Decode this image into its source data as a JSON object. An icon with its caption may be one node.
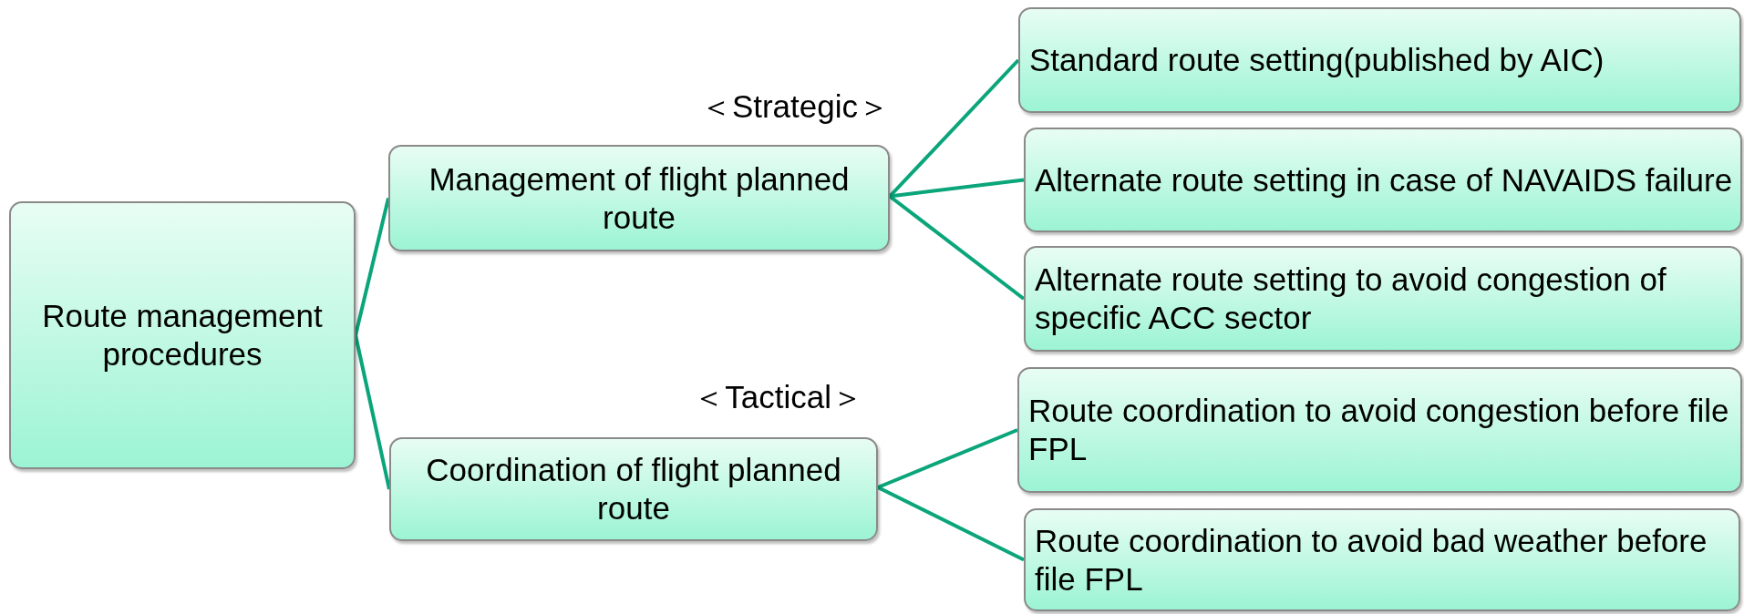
{
  "diagram": {
    "nodes": [
      {
        "text": [
          "Route management procedures"
        ]
      },
      {
        "text": [
          "Management of flight planned route"
        ],
        "beside": [
          "＜Strategic＞"
        ]
      },
      {
        "text": [
          "Coordination of flight planned route"
        ],
        "beside": [
          "＜Tactical＞"
        ]
      },
      {
        "text": [
          "Standard route setting(published by AIC)"
        ]
      },
      {
        "text": [
          "Alternate route setting in case of NAVAIDS failure"
        ]
      },
      {
        "text": [
          "Alternate route setting to avoid congestion of specific ACC sector"
        ]
      },
      {
        "text": [
          "Route coordination to avoid congestion before file FPL"
        ]
      },
      {
        "text": [
          "Route coordination to avoid bad weather before file FPL"
        ]
      }
    ],
    "edges": [
      {
        "from": 0,
        "to": 1,
        "arrow": "none"
      },
      {
        "from": 0,
        "to": 2,
        "arrow": "none"
      },
      {
        "from": 1,
        "to": 3,
        "arrow": "none"
      },
      {
        "from": 1,
        "to": 4,
        "arrow": "none"
      },
      {
        "from": 1,
        "to": 5,
        "arrow": "none"
      },
      {
        "from": 2,
        "to": 6,
        "arrow": "none"
      },
      {
        "from": 2,
        "to": 7,
        "arrow": "none"
      }
    ]
  }
}
